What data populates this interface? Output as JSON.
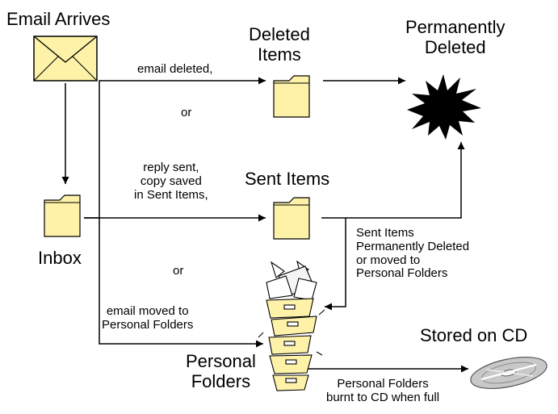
{
  "nodes": {
    "email_arrives": "Email Arrives",
    "inbox": "Inbox",
    "deleted_items": "Deleted\nItems",
    "permanently_deleted": "Permanently\nDeleted",
    "sent_items": "Sent Items",
    "personal_folders": "Personal\nFolders",
    "stored_on_cd": "Stored on CD"
  },
  "edges": {
    "email_deleted": "email deleted,",
    "or_1": "or",
    "reply_sent": "reply sent,\ncopy saved\nin Sent Items,",
    "or_2": "or",
    "email_moved": "email moved to\nPersonal Folders",
    "sent_items_deleted": "Sent Items\nPermanently Deleted\nor moved to\nPersonal Folders",
    "burnt_to_cd": "Personal Folders\nburnt to CD when full"
  },
  "colors": {
    "folder_fill": "#fdf2a8",
    "envelope_fill": "#fdf2a8",
    "line": "#000000",
    "explosion": "#000000",
    "cd_disc": "#c8c8c8"
  },
  "icons": [
    "envelope-icon",
    "folder-icon",
    "explosion-icon",
    "filing-stack-icon",
    "cd-icon"
  ]
}
